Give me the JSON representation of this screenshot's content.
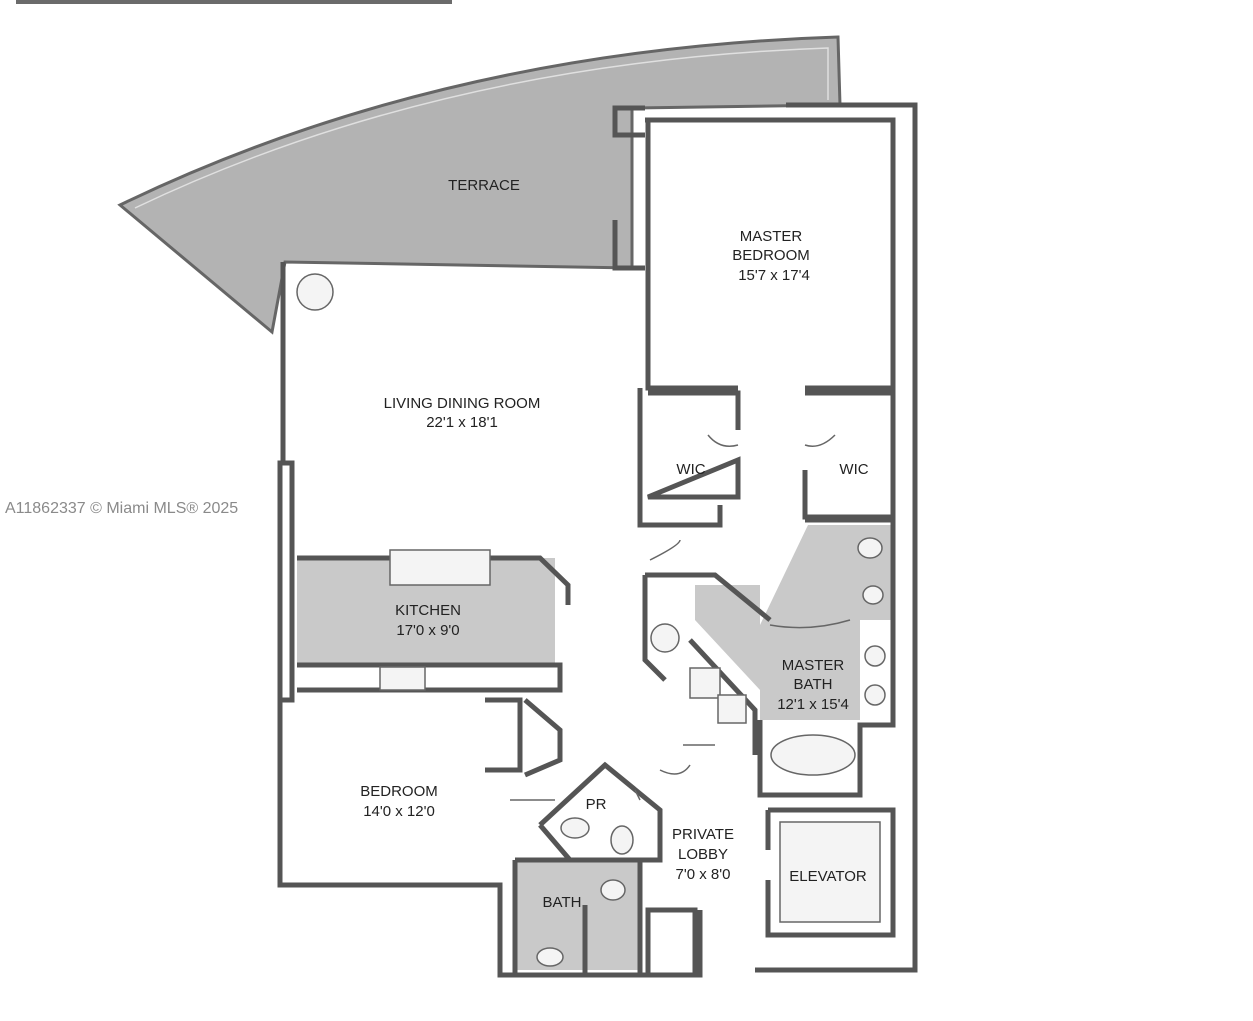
{
  "watermark": "A11862337 © Miami MLS® 2025",
  "rooms": [
    {
      "id": "terrace",
      "lines": [
        "TERRACE"
      ]
    },
    {
      "id": "master-bedroom",
      "lines": [
        "MASTER",
        "BEDROOM",
        "15'7 x 17'4"
      ]
    },
    {
      "id": "living-dining-room",
      "lines": [
        "LIVING DINING ROOM",
        "22'1 x 18'1"
      ]
    },
    {
      "id": "wic-left",
      "lines": [
        "WIC"
      ]
    },
    {
      "id": "wic-right",
      "lines": [
        "WIC"
      ]
    },
    {
      "id": "kitchen",
      "lines": [
        "KITCHEN",
        "17'0 x 9'0"
      ]
    },
    {
      "id": "master-bath",
      "lines": [
        "MASTER",
        "BATH",
        "12'1 x 15'4"
      ]
    },
    {
      "id": "bedroom",
      "lines": [
        "BEDROOM",
        "14'0 x 12'0"
      ]
    },
    {
      "id": "powder-room",
      "lines": [
        "PR"
      ]
    },
    {
      "id": "private-lobby",
      "lines": [
        "PRIVATE",
        "LOBBY",
        "7'0 x 8'0"
      ]
    },
    {
      "id": "elevator",
      "lines": [
        "ELEVATOR"
      ]
    },
    {
      "id": "bath",
      "lines": [
        "BATH"
      ]
    }
  ]
}
